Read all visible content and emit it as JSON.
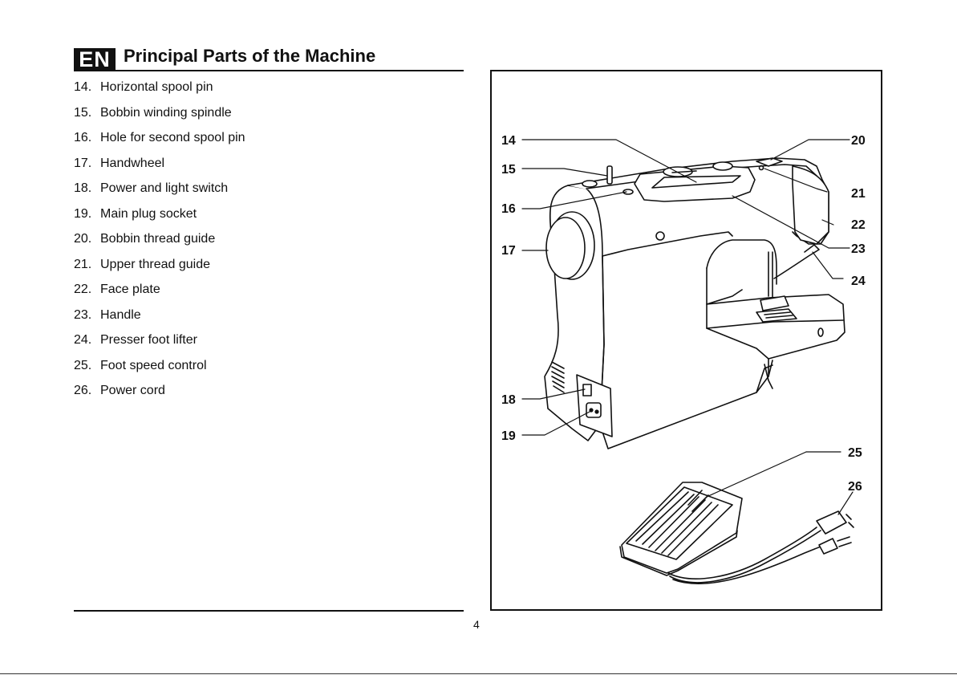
{
  "header": {
    "lang_code": "EN",
    "title": "Principal Parts of the Machine"
  },
  "parts": [
    {
      "number": "14.",
      "label": "Horizontal spool pin"
    },
    {
      "number": "15.",
      "label": "Bobbin winding spindle"
    },
    {
      "number": "16.",
      "label": "Hole for second spool pin"
    },
    {
      "number": "17.",
      "label": "Handwheel"
    },
    {
      "number": "18.",
      "label": "Power and light switch"
    },
    {
      "number": "19.",
      "label": "Main plug socket"
    },
    {
      "number": "20.",
      "label": "Bobbin thread guide"
    },
    {
      "number": "21.",
      "label": "Upper thread guide"
    },
    {
      "number": "22.",
      "label": "Face plate"
    },
    {
      "number": "23.",
      "label": "Handle"
    },
    {
      "number": "24.",
      "label": "Presser foot lifter"
    },
    {
      "number": "25.",
      "label": "Foot speed control"
    },
    {
      "number": "26.",
      "label": "Power cord"
    }
  ],
  "figure": {
    "callouts": [
      "14",
      "15",
      "16",
      "17",
      "18",
      "19",
      "20",
      "21",
      "22",
      "23",
      "24",
      "25",
      "26"
    ]
  },
  "footer": {
    "page_number": "4"
  }
}
